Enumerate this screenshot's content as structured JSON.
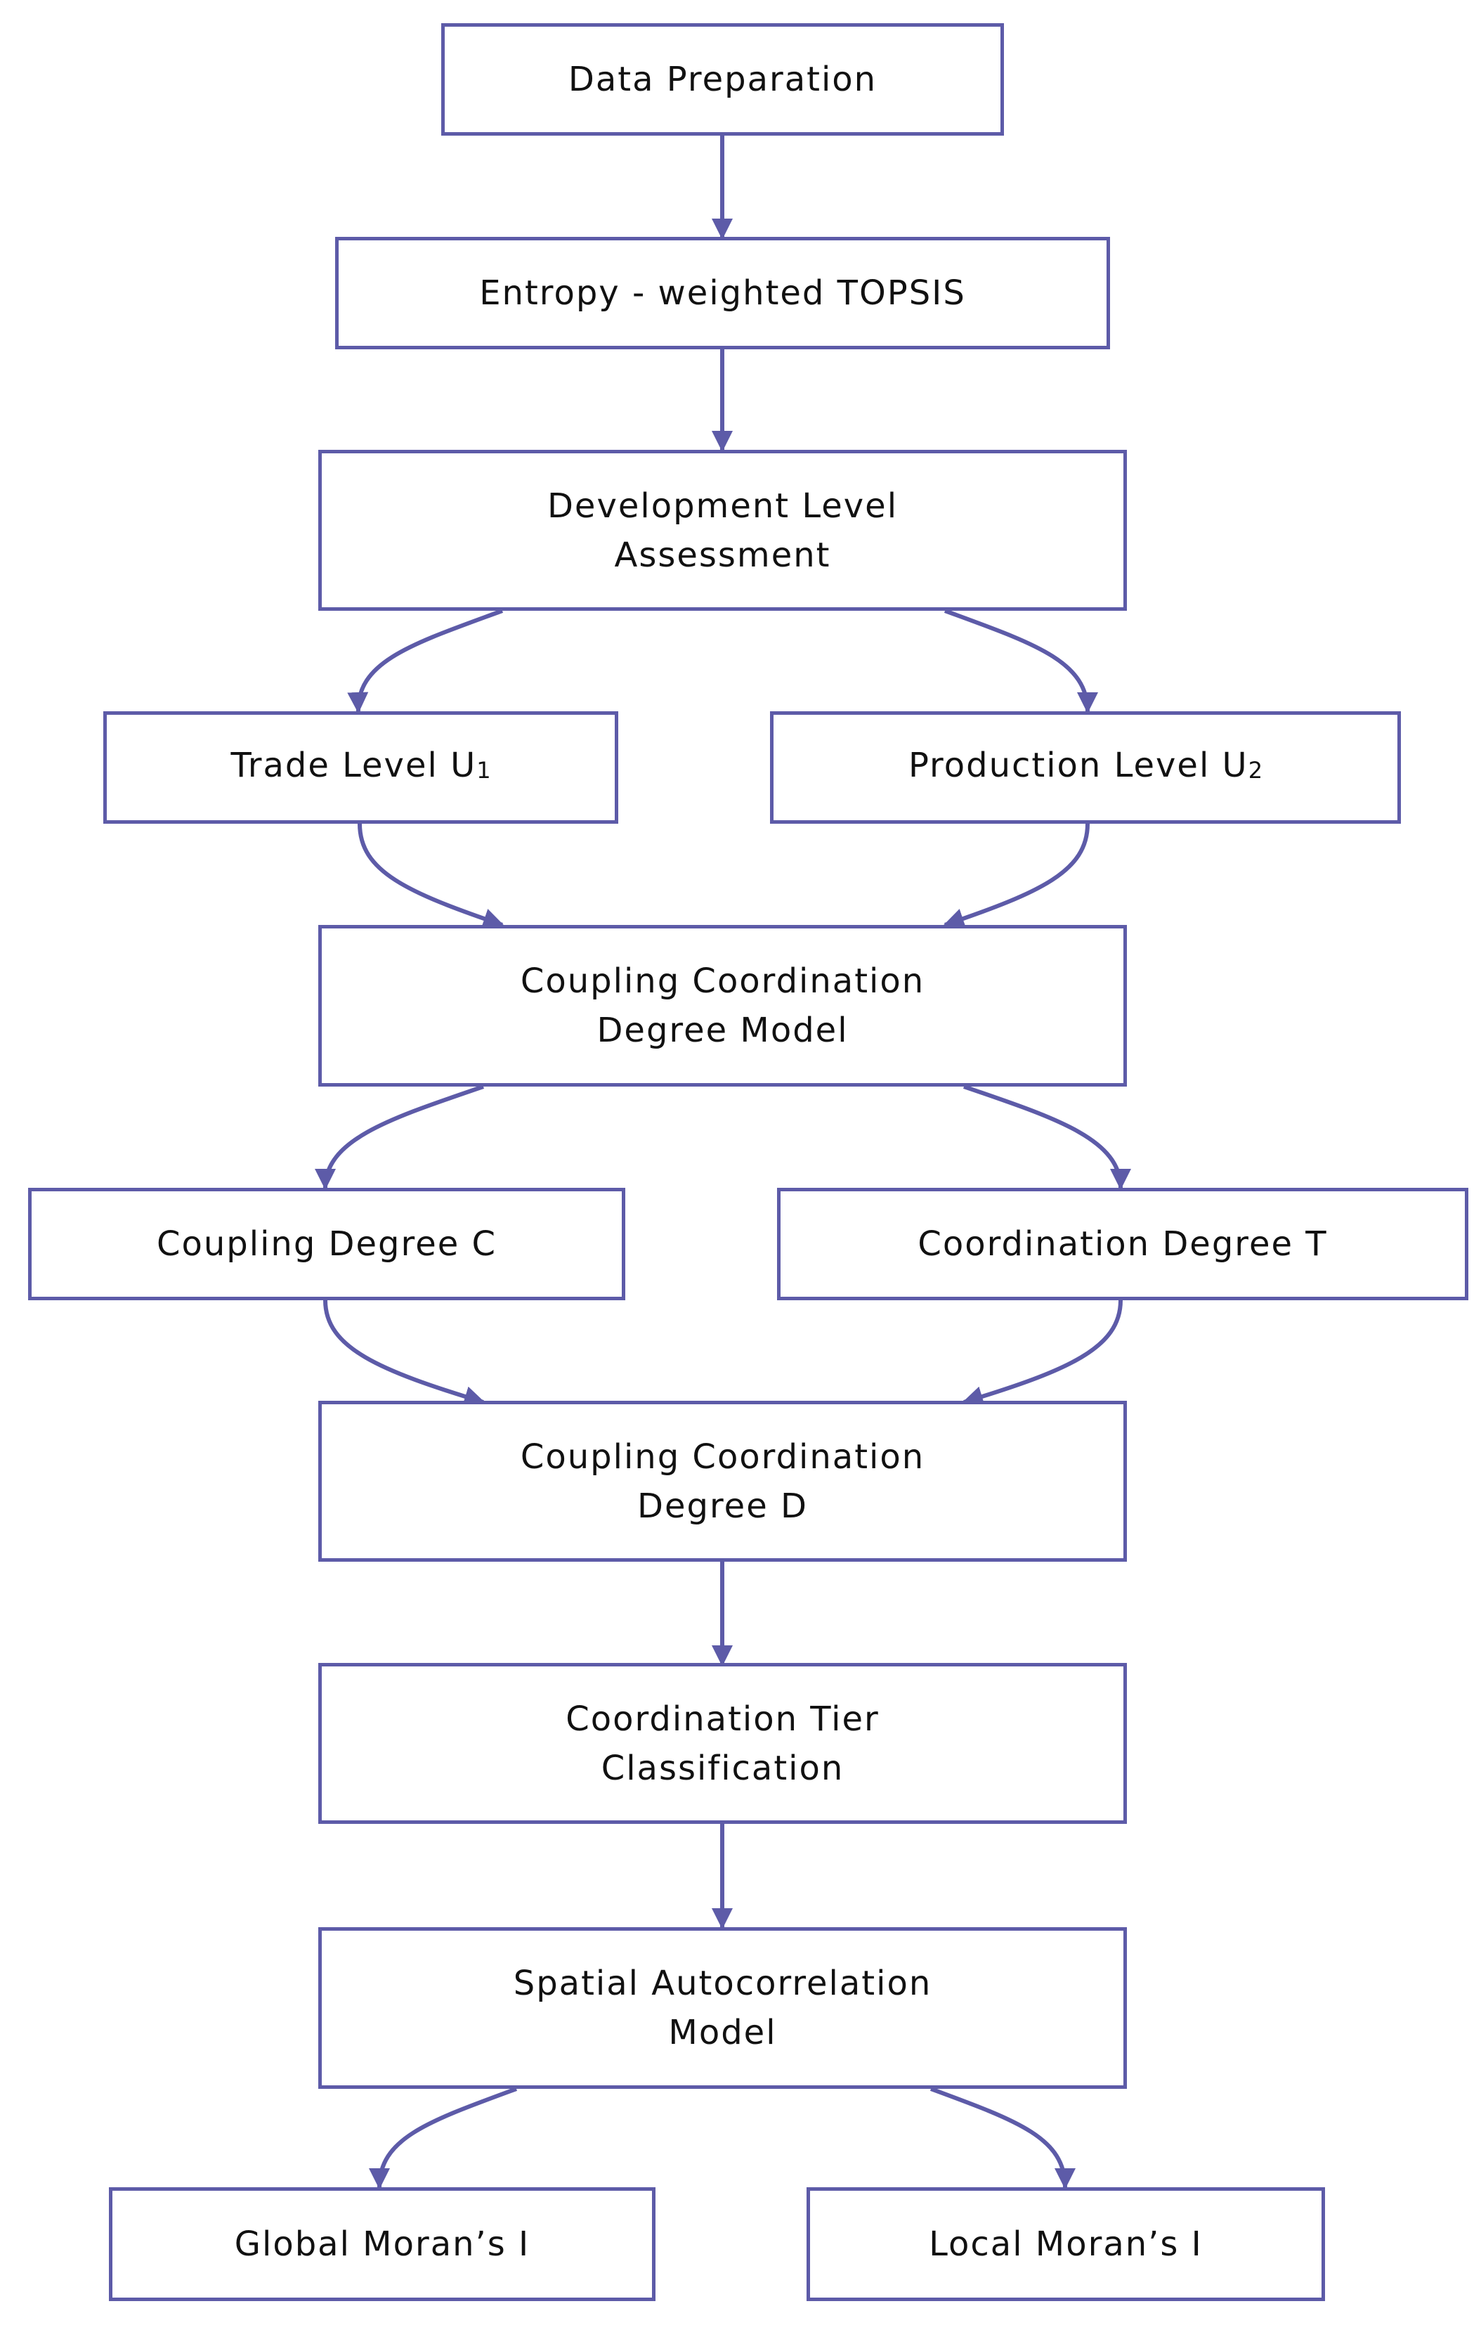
{
  "colors": {
    "stroke": "#5d5ba8",
    "text": "#111111",
    "background": "#ffffff"
  },
  "nodes": {
    "data_preparation": {
      "lines": [
        "Data Preparation"
      ]
    },
    "entropy_topsis": {
      "lines": [
        "Entropy - weighted TOPSIS"
      ]
    },
    "development_level": {
      "lines": [
        "Development Level",
        "Assessment"
      ]
    },
    "trade_level": {
      "text": "Trade Level U",
      "sub": "1"
    },
    "production_level": {
      "text": "Production Level U",
      "sub": "2"
    },
    "ccd_model": {
      "lines": [
        "Coupling Coordination",
        "Degree Model"
      ]
    },
    "coupling_degree": {
      "lines": [
        "Coupling Degree C"
      ]
    },
    "coordination_degree": {
      "lines": [
        "Coordination Degree T"
      ]
    },
    "ccd_d": {
      "lines": [
        "Coupling Coordination",
        "Degree D"
      ]
    },
    "tier_classification": {
      "lines": [
        "Coordination Tier",
        "Classification"
      ]
    },
    "spatial_model": {
      "lines": [
        "Spatial Autocorrelation",
        "Model"
      ]
    },
    "global_moran": {
      "lines": [
        "Global Moran’s I"
      ]
    },
    "local_moran": {
      "lines": [
        "Local Moran’s I"
      ]
    }
  }
}
